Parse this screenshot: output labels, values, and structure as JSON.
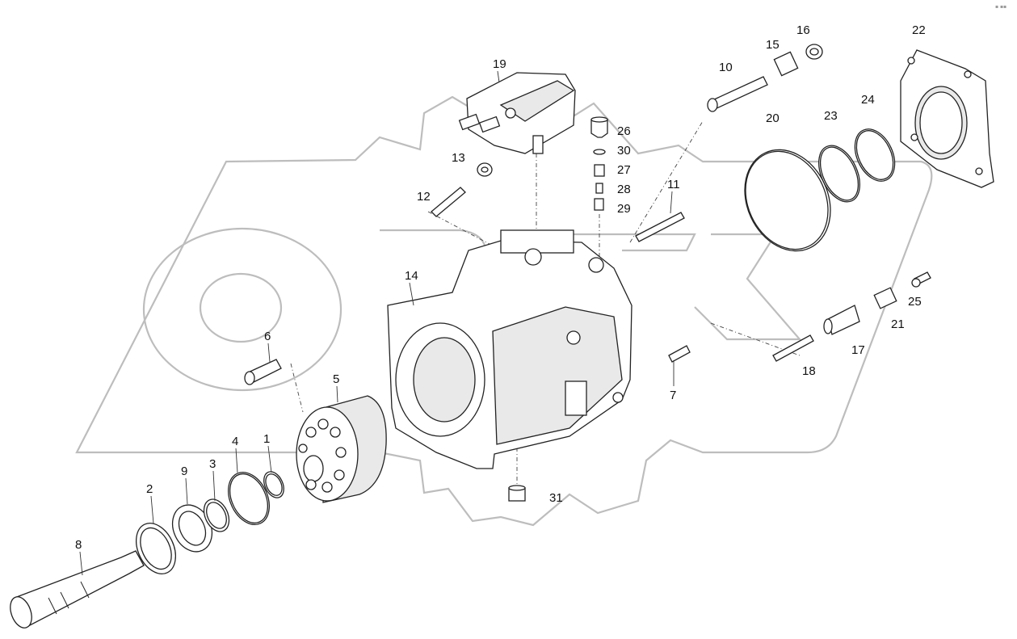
{
  "watermark": {
    "color": "#bdbdbd"
  },
  "corner_mark": "▪ ▪▪",
  "parts": {
    "p1": "1",
    "p2": "2",
    "p3": "3",
    "p4": "4",
    "p5": "5",
    "p6": "6",
    "p7": "7",
    "p8": "8",
    "p9": "9",
    "p10": "10",
    "p11": "11",
    "p12": "12",
    "p13": "13",
    "p14": "14",
    "p15": "15",
    "p16": "16",
    "p17": "17",
    "p18": "18",
    "p19": "19",
    "p20": "20",
    "p21": "21",
    "p22": "22",
    "p23": "23",
    "p24": "24",
    "p25": "25",
    "p26": "26",
    "p27": "27",
    "p28": "28",
    "p29": "29",
    "p30": "30",
    "p31": "31"
  }
}
